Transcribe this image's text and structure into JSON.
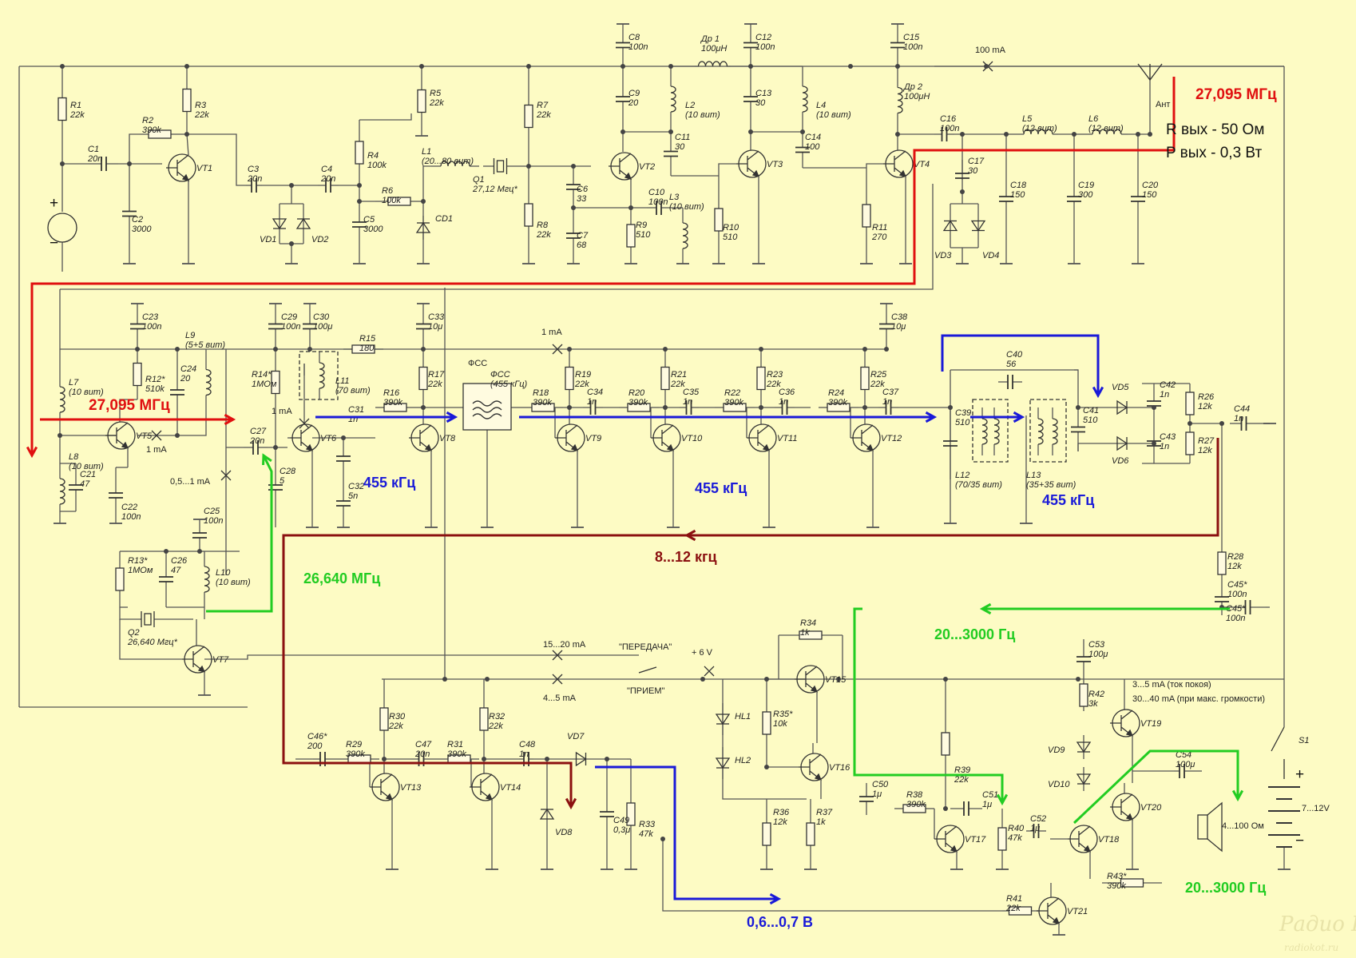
{
  "colors": {
    "background": "#fdfbc4",
    "wire": "#555555",
    "rf": "#e01010",
    "if": "#1a1ad8",
    "lo": "#22cc22",
    "audio_demod": "#8b1010"
  },
  "components": [
    {
      "id": "R1",
      "value": "22k"
    },
    {
      "id": "R2",
      "value": "390k"
    },
    {
      "id": "R3",
      "value": "22k"
    },
    {
      "id": "C1",
      "value": "20n"
    },
    {
      "id": "C2",
      "value": "3000"
    },
    {
      "id": "VT1",
      "value": ""
    },
    {
      "id": "C3",
      "value": "20n"
    },
    {
      "id": "C4",
      "value": "20n"
    },
    {
      "id": "VD1",
      "value": ""
    },
    {
      "id": "VD2",
      "value": ""
    },
    {
      "id": "R4",
      "value": "100k"
    },
    {
      "id": "C5",
      "value": "3000"
    },
    {
      "id": "R5",
      "value": "22k"
    },
    {
      "id": "R6",
      "value": "100k"
    },
    {
      "id": "L1",
      "value": "(20...80 вит)"
    },
    {
      "id": "CD1",
      "value": ""
    },
    {
      "id": "Q1",
      "value": "27,12 Мгц*"
    },
    {
      "id": "R7",
      "value": "22k"
    },
    {
      "id": "R8",
      "value": "22k"
    },
    {
      "id": "C6",
      "value": "33"
    },
    {
      "id": "C7",
      "value": "68"
    },
    {
      "id": "VT2",
      "value": ""
    },
    {
      "id": "C8",
      "value": "100n"
    },
    {
      "id": "C9",
      "value": "20"
    },
    {
      "id": "R9",
      "value": "510"
    },
    {
      "id": "C10",
      "value": "100n"
    },
    {
      "id": "L3",
      "value": "(10 вит)"
    },
    {
      "id": "Др 1",
      "value": "100μH"
    },
    {
      "id": "L2",
      "value": "(10 вит)"
    },
    {
      "id": "C11",
      "value": "30"
    },
    {
      "id": "R10",
      "value": "510"
    },
    {
      "id": "C12",
      "value": "100n"
    },
    {
      "id": "C13",
      "value": "30"
    },
    {
      "id": "L4",
      "value": "(10 вит)"
    },
    {
      "id": "C14",
      "value": "100"
    },
    {
      "id": "VT3",
      "value": ""
    },
    {
      "id": "R11",
      "value": "270"
    },
    {
      "id": "C15",
      "value": "100n"
    },
    {
      "id": "Др 2",
      "value": "100μH"
    },
    {
      "id": "VT4",
      "value": ""
    },
    {
      "id": "C16",
      "value": "100n"
    },
    {
      "id": "C17",
      "value": "30"
    },
    {
      "id": "VD3",
      "value": ""
    },
    {
      "id": "VD4",
      "value": ""
    },
    {
      "id": "L5",
      "value": "(12 вит)"
    },
    {
      "id": "L6",
      "value": "(12 вит)"
    },
    {
      "id": "C18",
      "value": "150"
    },
    {
      "id": "C19",
      "value": "300"
    },
    {
      "id": "C20",
      "value": "150"
    },
    {
      "id": "L7",
      "value": "(10 вит)"
    },
    {
      "id": "L8",
      "value": "(10 вит)"
    },
    {
      "id": "C21",
      "value": "47"
    },
    {
      "id": "C22",
      "value": "100n"
    },
    {
      "id": "VT5",
      "value": ""
    },
    {
      "id": "C23",
      "value": "100n"
    },
    {
      "id": "R12*",
      "value": "510k"
    },
    {
      "id": "C24",
      "value": "20"
    },
    {
      "id": "L9",
      "value": "(5+5 вит)"
    },
    {
      "id": "R14*",
      "value": "1МОм"
    },
    {
      "id": "C27",
      "value": "20n"
    },
    {
      "id": "C28",
      "value": "5"
    },
    {
      "id": "C25",
      "value": "100n"
    },
    {
      "id": "R13*",
      "value": "1МОм"
    },
    {
      "id": "C26",
      "value": "47"
    },
    {
      "id": "L10",
      "value": "(10 вит)"
    },
    {
      "id": "Q2",
      "value": "26,640 Мгц*"
    },
    {
      "id": "VT7",
      "value": ""
    },
    {
      "id": "C29",
      "value": "100n"
    },
    {
      "id": "C30",
      "value": "100μ"
    },
    {
      "id": "L11",
      "value": "(70 вит)"
    },
    {
      "id": "R15",
      "value": "180"
    },
    {
      "id": "VT6",
      "value": ""
    },
    {
      "id": "C31",
      "value": "1n"
    },
    {
      "id": "C32",
      "value": "5n"
    },
    {
      "id": "R16",
      "value": "390k"
    },
    {
      "id": "VT8",
      "value": ""
    },
    {
      "id": "R17",
      "value": "22k"
    },
    {
      "id": "C33",
      "value": "10μ"
    },
    {
      "id": "ФСС",
      "value": "(455 кГц)"
    },
    {
      "id": "R18",
      "value": "390k"
    },
    {
      "id": "R19",
      "value": "22k"
    },
    {
      "id": "C34",
      "value": "1n"
    },
    {
      "id": "VT9",
      "value": ""
    },
    {
      "id": "R20",
      "value": "390k"
    },
    {
      "id": "R21",
      "value": "22k"
    },
    {
      "id": "C35",
      "value": "1n"
    },
    {
      "id": "VT10",
      "value": ""
    },
    {
      "id": "R22",
      "value": "390k"
    },
    {
      "id": "R23",
      "value": "22k"
    },
    {
      "id": "C36",
      "value": "1n"
    },
    {
      "id": "VT11",
      "value": ""
    },
    {
      "id": "R24",
      "value": "390k"
    },
    {
      "id": "R25",
      "value": "22k"
    },
    {
      "id": "C37",
      "value": "1n"
    },
    {
      "id": "VT12",
      "value": ""
    },
    {
      "id": "C38",
      "value": "10μ"
    },
    {
      "id": "C39",
      "value": "510"
    },
    {
      "id": "C40",
      "value": "56"
    },
    {
      "id": "C41",
      "value": "510"
    },
    {
      "id": "L12",
      "value": "(70/35 вит)"
    },
    {
      "id": "L13",
      "value": "(35+35 вит)"
    },
    {
      "id": "VD5",
      "value": ""
    },
    {
      "id": "VD6",
      "value": ""
    },
    {
      "id": "C42",
      "value": "1n"
    },
    {
      "id": "C43",
      "value": "1n"
    },
    {
      "id": "R26",
      "value": "12k"
    },
    {
      "id": "R27",
      "value": "12k"
    },
    {
      "id": "C44",
      "value": "1n"
    },
    {
      "id": "R28",
      "value": "12k"
    },
    {
      "id": "C45*",
      "value": "100n"
    },
    {
      "id": "C46*",
      "value": "200"
    },
    {
      "id": "R29",
      "value": "390k"
    },
    {
      "id": "R30",
      "value": "22k"
    },
    {
      "id": "VT13",
      "value": ""
    },
    {
      "id": "C47",
      "value": "20n"
    },
    {
      "id": "R31",
      "value": "390k"
    },
    {
      "id": "R32",
      "value": "22k"
    },
    {
      "id": "VT14",
      "value": ""
    },
    {
      "id": "C48",
      "value": "1n"
    },
    {
      "id": "VD7",
      "value": ""
    },
    {
      "id": "VD8",
      "value": ""
    },
    {
      "id": "C49",
      "value": "0,3μ"
    },
    {
      "id": "R33",
      "value": "47k"
    },
    {
      "id": "R34",
      "value": "1k"
    },
    {
      "id": "VT15",
      "value": ""
    },
    {
      "id": "HL1",
      "value": ""
    },
    {
      "id": "HL2",
      "value": ""
    },
    {
      "id": "R35*",
      "value": "10k"
    },
    {
      "id": "VT16",
      "value": ""
    },
    {
      "id": "R36",
      "value": "12k"
    },
    {
      "id": "R37",
      "value": "1k"
    },
    {
      "id": "C50",
      "value": "1μ"
    },
    {
      "id": "R38",
      "value": "390k"
    },
    {
      "id": "R39",
      "value": "22k"
    },
    {
      "id": "VT17",
      "value": ""
    },
    {
      "id": "C51",
      "value": "1μ"
    },
    {
      "id": "R40",
      "value": "47k"
    },
    {
      "id": "C52",
      "value": "1μ"
    },
    {
      "id": "VT18",
      "value": ""
    },
    {
      "id": "C53",
      "value": "100μ"
    },
    {
      "id": "R42",
      "value": "3k"
    },
    {
      "id": "VD9",
      "value": ""
    },
    {
      "id": "VD10",
      "value": ""
    },
    {
      "id": "VT19",
      "value": ""
    },
    {
      "id": "VT20",
      "value": ""
    },
    {
      "id": "C54",
      "value": "100μ"
    },
    {
      "id": "R43*",
      "value": "390k"
    },
    {
      "id": "R41",
      "value": "22k"
    },
    {
      "id": "VT21",
      "value": ""
    },
    {
      "id": "S1",
      "value": ""
    }
  ],
  "annotations": {
    "rf_freq_top": "27,095 МГц",
    "rout": "R вых - 50 Ом",
    "pout": "P вых - 0,3 Вт",
    "ant": "Ант",
    "current_100": "100 mA",
    "rf_freq_rx": "27,095 МГц",
    "current_1ma_a": "1 mA",
    "current_1ma_b": "1 mA",
    "current_1ma_c": "1 mA",
    "current_05": "0,5...1 mA",
    "if_freq_a": "455 кГц",
    "if_freq_b": "455 кГц",
    "if_freq_c": "455 кГц",
    "lo_freq": "26,640 МГц",
    "demod_freq": "8...12 кгц",
    "audio_a": "20...3000 Гц",
    "audio_b": "20...3000 Гц",
    "volt": "0,6...0,7 В",
    "tx_current": "15...20 mA",
    "rx_current": "4...5 mA",
    "tx_label": "\"ПЕРЕДАЧА\"",
    "rx_label": "\"ПРИЕМ\"",
    "plus6v": "+ 6 V",
    "idle_current": "3...5 mA (ток покоя)",
    "max_current": "30...40 mA (при макс. громкости)",
    "speaker": "4...100 Ом",
    "battery": "7...12V",
    "fss_label": "ФСС"
  },
  "watermark": {
    "line1": "Радио КОТ",
    "line2": "radiokot.ru"
  }
}
